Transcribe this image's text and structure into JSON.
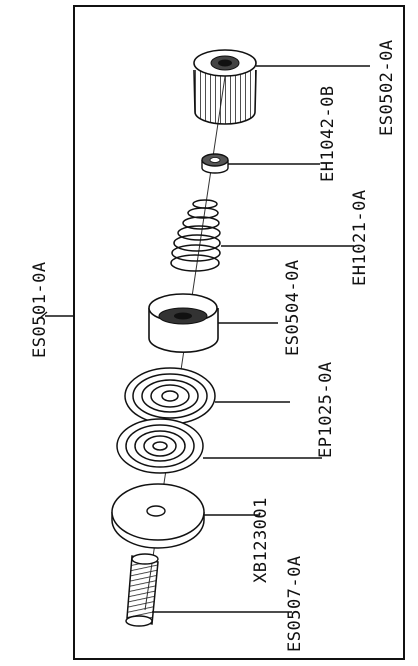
{
  "assembly": {
    "part_number": "ES0501-0A"
  },
  "parts": [
    {
      "id": "knob",
      "part_number": "ES0502-0A"
    },
    {
      "id": "nut",
      "part_number": "EH1042-0B"
    },
    {
      "id": "spring",
      "part_number": "EH1021-0A"
    },
    {
      "id": "cup",
      "part_number": "ES0504-0A"
    },
    {
      "id": "diaphragm",
      "part_number": "EP1025-0A"
    },
    {
      "id": "washer",
      "part_number": "XB123001"
    },
    {
      "id": "screw",
      "part_number": "ES0507-0A"
    }
  ]
}
